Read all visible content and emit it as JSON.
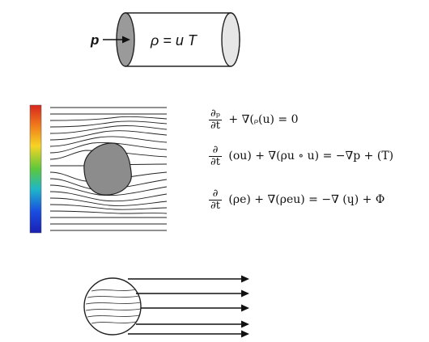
{
  "cylinder": {
    "input_label": "p",
    "body_text": "ρ = u  T"
  },
  "colors": {
    "cylinder_fill": "#e6e6e6",
    "obstacle_fill": "#8c8c8c",
    "arrow": "#111111",
    "colorbar": [
      "#d7261e",
      "#f07b1c",
      "#f6d425",
      "#5cc83b",
      "#1fb6c9",
      "#1a4fe0",
      "#1a1fb4"
    ]
  },
  "equations": {
    "eq1": {
      "frac_num": "∂ₚ",
      "frac_den": "∂t",
      "rest": "+ ∇(ᵨ(u) = 0"
    },
    "eq2": {
      "frac_num": "∂",
      "frac_den": "∂t",
      "rest": "(ou) + ∇(ρu ∘ u) = −∇p + (T)"
    },
    "eq3": {
      "frac_num": "∂",
      "frac_den": "∂t",
      "rest": "(ρe) + ∇(ρeu) = −∇ (ɥ) + Φ"
    }
  }
}
